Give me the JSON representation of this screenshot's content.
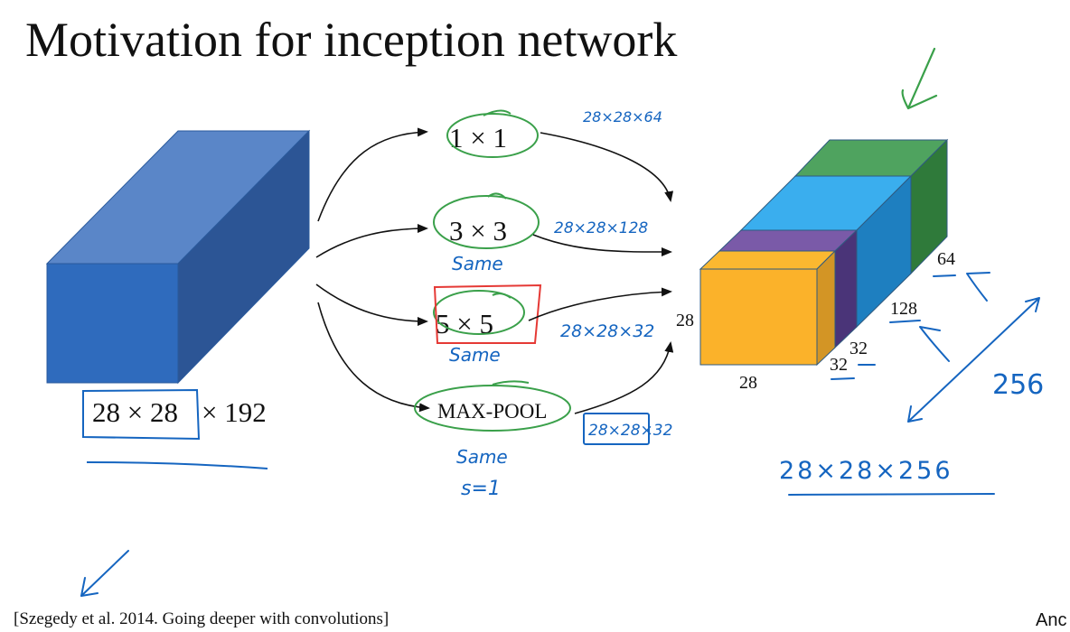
{
  "slide": {
    "title": "Motivation for inception network",
    "citation": "[Szegedy et al. 2014. Going deeper with convolutions]",
    "author_fragment": "Anc"
  },
  "input_volume": {
    "label_boxed": "28 × 28",
    "label_rest": "× 192",
    "color_front": "#2f6bbd",
    "color_top": "#5a86c8",
    "color_side": "#2c5595"
  },
  "operations": [
    {
      "label": "1 × 1",
      "note": "",
      "output": "28×28×64"
    },
    {
      "label": "3 × 3",
      "note": "Same",
      "output": "28×28×128"
    },
    {
      "label": "5 × 5",
      "note": "Same",
      "output": "28×28×32"
    },
    {
      "label": "MAX-POOL",
      "note": "Same",
      "note2": "s=1",
      "output": "28×28×32"
    }
  ],
  "output_volume": {
    "height_label": "28",
    "width_label": "28",
    "depth_labels": [
      "32",
      "32",
      "128",
      "64"
    ],
    "segment_colors": {
      "pool": "#fbb22a",
      "conv5": "#6a4a9e",
      "conv3": "#3aaeee",
      "conv1": "#4fa35f"
    },
    "total_depth_note": "256",
    "total_shape_note": "28×28×256"
  },
  "annotation_colors": {
    "ink_blue": "#1565c0",
    "ink_green": "#3aa04a",
    "ink_red": "#e53935"
  }
}
